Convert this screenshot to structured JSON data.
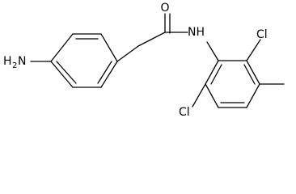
{
  "labels": {
    "amine_h": "H",
    "amine_h_count": "2",
    "amine_n": "N",
    "carbonyl_o": "O",
    "amide_nh": "NH",
    "cl_upper": "Cl",
    "cl_lower": "Cl"
  }
}
